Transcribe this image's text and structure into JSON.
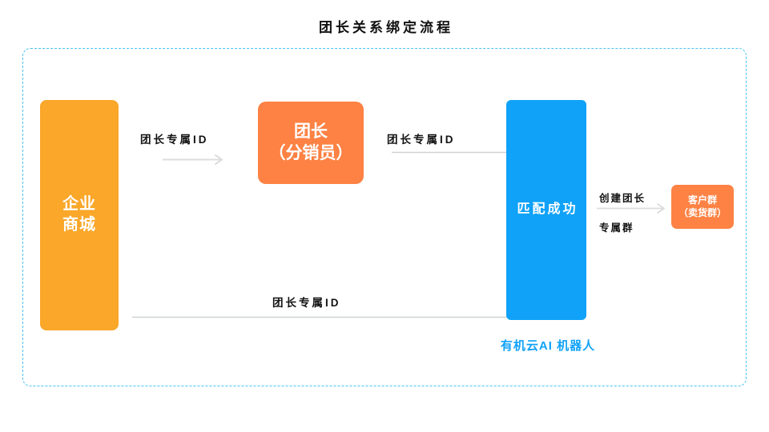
{
  "page": {
    "title": "团长关系绑定流程",
    "background": "#ffffff"
  },
  "colors": {
    "orange": "#faa72a",
    "coral": "#fd8244",
    "blue": "#10a2f8",
    "dashed_border": "#49c2f5",
    "connector_gray": "#d8d8d8",
    "text_dark": "#111111"
  },
  "diagram": {
    "frame": {
      "style": "dashed",
      "color": "#49c2f5"
    },
    "nodes": [
      {
        "id": "mall",
        "label": "企业\n商城",
        "label_lines": [
          "企业",
          "商城"
        ],
        "color": "#faa72a",
        "shape": "rounded-rect"
      },
      {
        "id": "leader",
        "label": "团长\n（分销员）",
        "label_lines": [
          "团长",
          "（分销员）"
        ],
        "color": "#fd8244",
        "shape": "rounded-rect"
      },
      {
        "id": "bot",
        "label": "匹配成功",
        "caption": "有机云AI 机器人",
        "color": "#10a2f8",
        "shape": "rounded-rect"
      },
      {
        "id": "customer_group",
        "label": "客户群\n（卖货群）",
        "label_lines": [
          "客户群",
          "（卖货群）"
        ],
        "color": "#fd8244",
        "shape": "rounded-rect"
      }
    ],
    "connectors": [
      {
        "id": "mall-to-leader",
        "from": "mall",
        "to": "leader",
        "label": "团长专属ID",
        "direction": "right",
        "arrow": true
      },
      {
        "id": "leader-to-bot",
        "from": "leader",
        "to": "bot",
        "label": "团长专属ID",
        "direction": "right-then-down",
        "arrow": true
      },
      {
        "id": "mall-to-bot",
        "from": "mall",
        "to": "bot",
        "label": "团长专属ID",
        "direction": "right-then-up",
        "arrow": true
      },
      {
        "id": "bot-to-group",
        "from": "bot",
        "to": "customer_group",
        "label_lines": [
          "创建团长",
          "专属群"
        ],
        "direction": "right",
        "arrow": true
      }
    ]
  }
}
